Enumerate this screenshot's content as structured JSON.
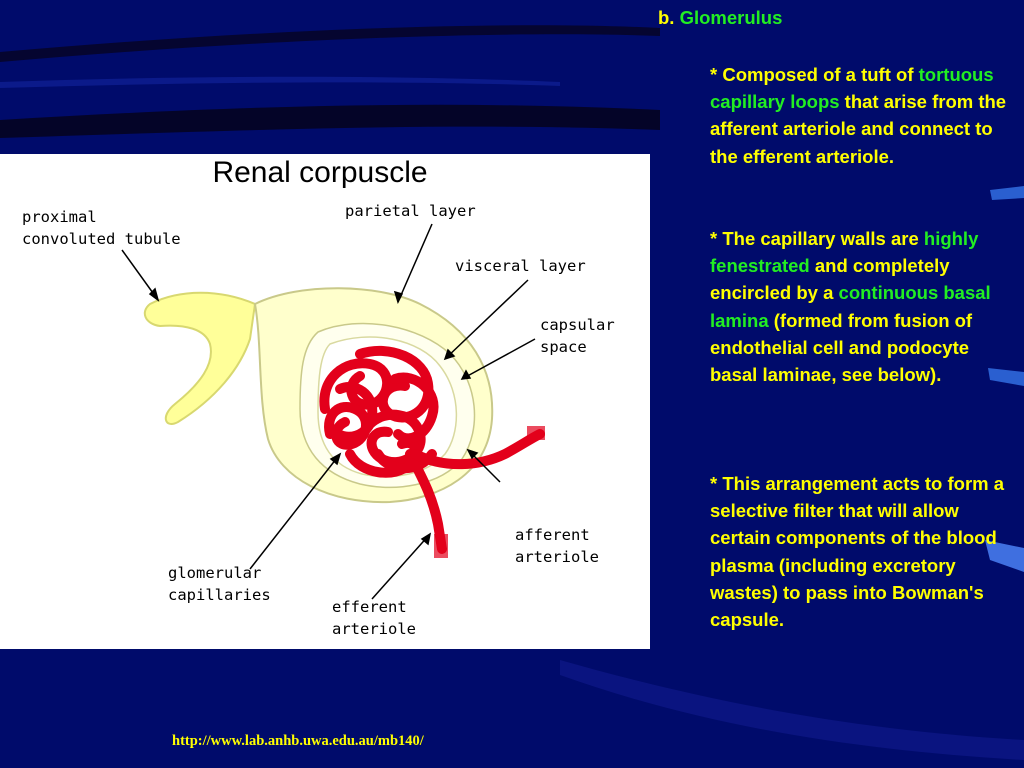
{
  "slide": {
    "colors": {
      "background": "#000b6b",
      "text": "#ffff00",
      "highlight": "#22ee22",
      "capillary": "#e3001b",
      "tubule": "#ffff99"
    },
    "heading": {
      "prefix": "b.",
      "title": "Glomerulus"
    },
    "paragraphs": [
      {
        "parts": [
          {
            "text": "* Composed of a tuft of ",
            "highlight": false
          },
          {
            "text": "tortuous capillary loops",
            "highlight": true
          },
          {
            "text": " that arise from the afferent arteriole and connect to the efferent arteriole.",
            "highlight": false
          }
        ]
      },
      {
        "parts": [
          {
            "text": "* The capillary walls are ",
            "highlight": false
          },
          {
            "text": "highly fenestrated",
            "highlight": true
          },
          {
            "text": " and completely encircled by a ",
            "highlight": false
          },
          {
            "text": "continuous basal lamina",
            "highlight": true
          },
          {
            "text": " (formed from fusion of endothelial cell and podocyte basal laminae, see below).",
            "highlight": false
          }
        ]
      },
      {
        "parts": [
          {
            "text": "* This arrangement acts to form a selective filter that will allow certain components of the blood plasma (including excretory wastes) to pass into Bowman's capsule.",
            "highlight": false
          }
        ]
      }
    ],
    "source_url": "http://www.lab.anhb.uwa.edu.au/mb140/"
  },
  "figure": {
    "title": "Renal corpuscle",
    "labels": {
      "pct": "proximal\nconvoluted tubule",
      "parietal": "parietal layer",
      "visceral": "visceral layer",
      "capsular": "capsular\nspace",
      "afferent": "afferent\narteriole",
      "efferent": "efferent\narteriole",
      "glomerular": "glomerular\ncapillaries"
    }
  }
}
